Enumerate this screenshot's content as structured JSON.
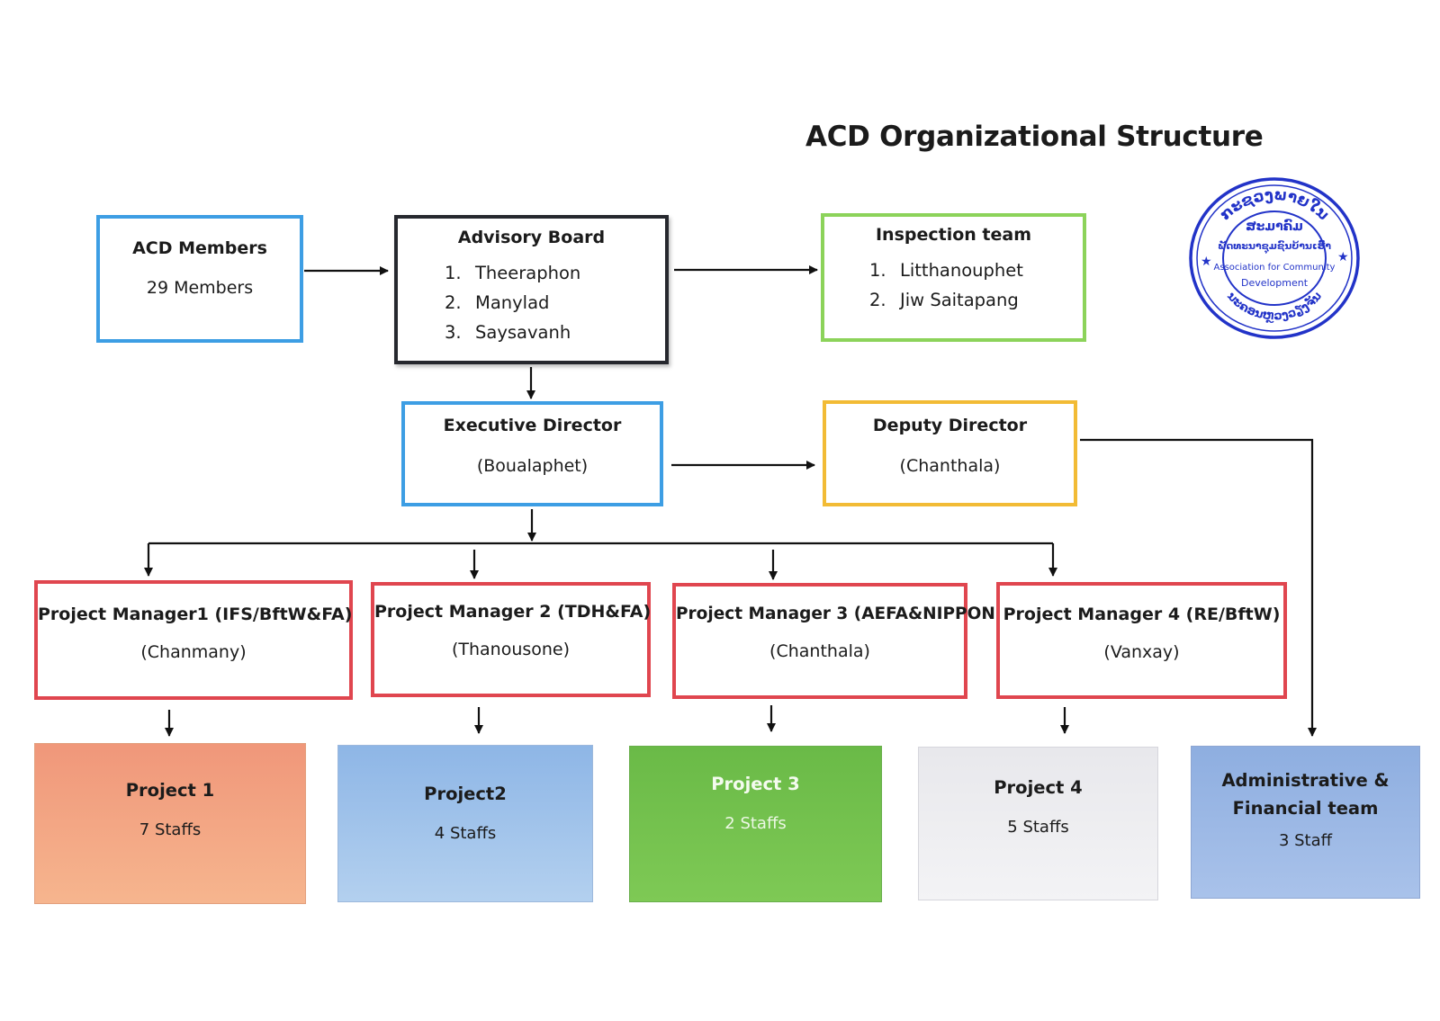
{
  "title": "ACD Organizational Structure",
  "members": {
    "title": "ACD Members",
    "subtitle": "29 Members"
  },
  "advisory": {
    "title": "Advisory Board",
    "items": [
      {
        "num": "1.",
        "name": "Theeraphon"
      },
      {
        "num": "2.",
        "name": "Manylad"
      },
      {
        "num": "3.",
        "name": "Saysavanh"
      }
    ]
  },
  "inspection": {
    "title": "Inspection team",
    "items": [
      {
        "num": "1.",
        "name": "Litthanouphet"
      },
      {
        "num": "2.",
        "name": "Jiw Saitapang"
      }
    ]
  },
  "executive": {
    "title": "Executive Director",
    "name": "(Boualaphet)"
  },
  "deputy": {
    "title": "Deputy Director",
    "name": "(Chanthala)"
  },
  "managers": [
    {
      "title": "Project Manager1 (IFS/BftW&FA)",
      "name": "(Chanmany)"
    },
    {
      "title": "Project Manager 2 (TDH&FA)",
      "name": "(Thanousone)"
    },
    {
      "title": "Project Manager 3 (AEFA&NIPPON)",
      "name": "(Chanthala)"
    },
    {
      "title": "Project Manager 4 (RE/BftW)",
      "name": "(Vanxay)"
    }
  ],
  "projects": [
    {
      "title": "Project 1",
      "staff": "7 Staffs"
    },
    {
      "title": "Project2",
      "staff": "4 Staffs"
    },
    {
      "title": "Project 3",
      "staff": "2 Staffs"
    },
    {
      "title": "Project 4",
      "staff": "5 Staffs"
    }
  ],
  "admin": {
    "title_line1": "Administrative &",
    "title_line2": "Financial team",
    "staff": "3 Staff"
  },
  "stamp": {
    "text_top": "ກະຊວງພາຍໃນ",
    "text_mid1": "ສະມາຄົມ",
    "text_mid2": "ພັດທະນາຊຸມຊົນບ້ານເຮົາ",
    "text_en1": "Association for Community",
    "text_en2": "Development",
    "text_bottom": "ນະຄອນຫຼວງວຽງຈັນ"
  },
  "colors": {
    "blue_border": "#3d9ee4",
    "dark_border": "#26282e",
    "green_border": "#8cd35a",
    "orange_border": "#f2bb35",
    "red_border": "#e0464f",
    "stamp": "#2233c8"
  }
}
